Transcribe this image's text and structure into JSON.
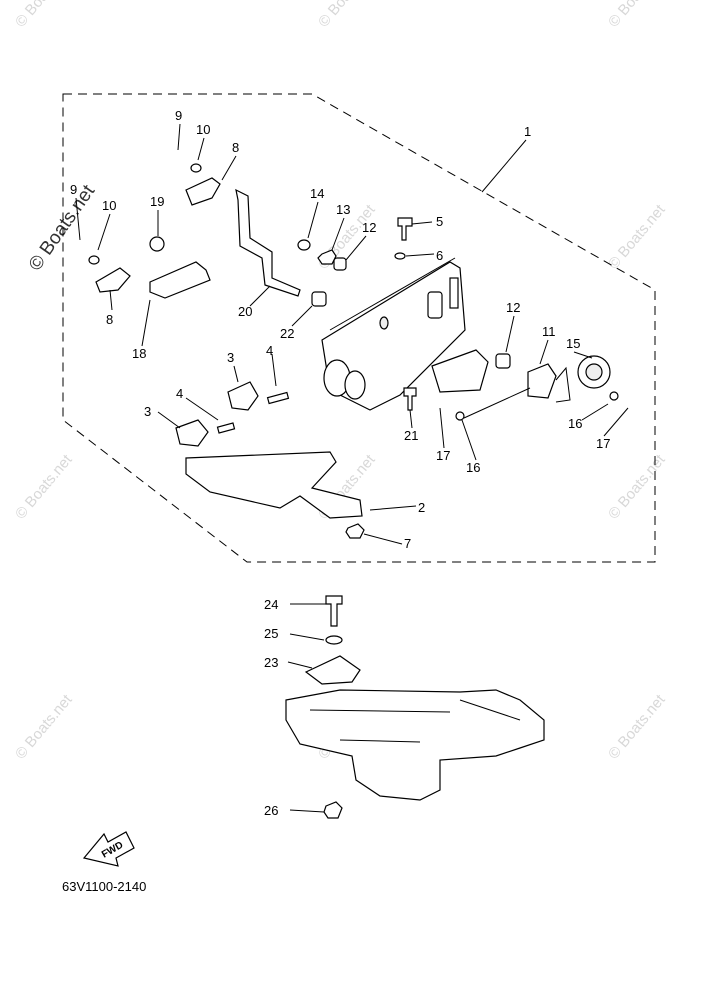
{
  "watermark": {
    "text": "© Boats.net",
    "big_text": "© Boats.net"
  },
  "diagram_code": "63V1100-2140",
  "fwd_label": "FWD",
  "callouts": [
    {
      "id": "c1",
      "label": "1"
    },
    {
      "id": "c2",
      "label": "2"
    },
    {
      "id": "c3a",
      "label": "3"
    },
    {
      "id": "c3b",
      "label": "3"
    },
    {
      "id": "c4a",
      "label": "4"
    },
    {
      "id": "c4b",
      "label": "4"
    },
    {
      "id": "c5",
      "label": "5"
    },
    {
      "id": "c6",
      "label": "6"
    },
    {
      "id": "c7",
      "label": "7"
    },
    {
      "id": "c8a",
      "label": "8"
    },
    {
      "id": "c8b",
      "label": "8"
    },
    {
      "id": "c9a",
      "label": "9"
    },
    {
      "id": "c9b",
      "label": "9"
    },
    {
      "id": "c10a",
      "label": "10"
    },
    {
      "id": "c10b",
      "label": "10"
    },
    {
      "id": "c11",
      "label": "11"
    },
    {
      "id": "c12a",
      "label": "12"
    },
    {
      "id": "c12b",
      "label": "12"
    },
    {
      "id": "c13",
      "label": "13"
    },
    {
      "id": "c14",
      "label": "14"
    },
    {
      "id": "c15",
      "label": "15"
    },
    {
      "id": "c16a",
      "label": "16"
    },
    {
      "id": "c16b",
      "label": "16"
    },
    {
      "id": "c17a",
      "label": "17"
    },
    {
      "id": "c17b",
      "label": "17"
    },
    {
      "id": "c18",
      "label": "18"
    },
    {
      "id": "c19",
      "label": "19"
    },
    {
      "id": "c20",
      "label": "20"
    },
    {
      "id": "c21",
      "label": "21"
    },
    {
      "id": "c22",
      "label": "22"
    },
    {
      "id": "c23",
      "label": "23"
    },
    {
      "id": "c24",
      "label": "24"
    },
    {
      "id": "c25",
      "label": "25"
    },
    {
      "id": "c26",
      "label": "26"
    }
  ]
}
